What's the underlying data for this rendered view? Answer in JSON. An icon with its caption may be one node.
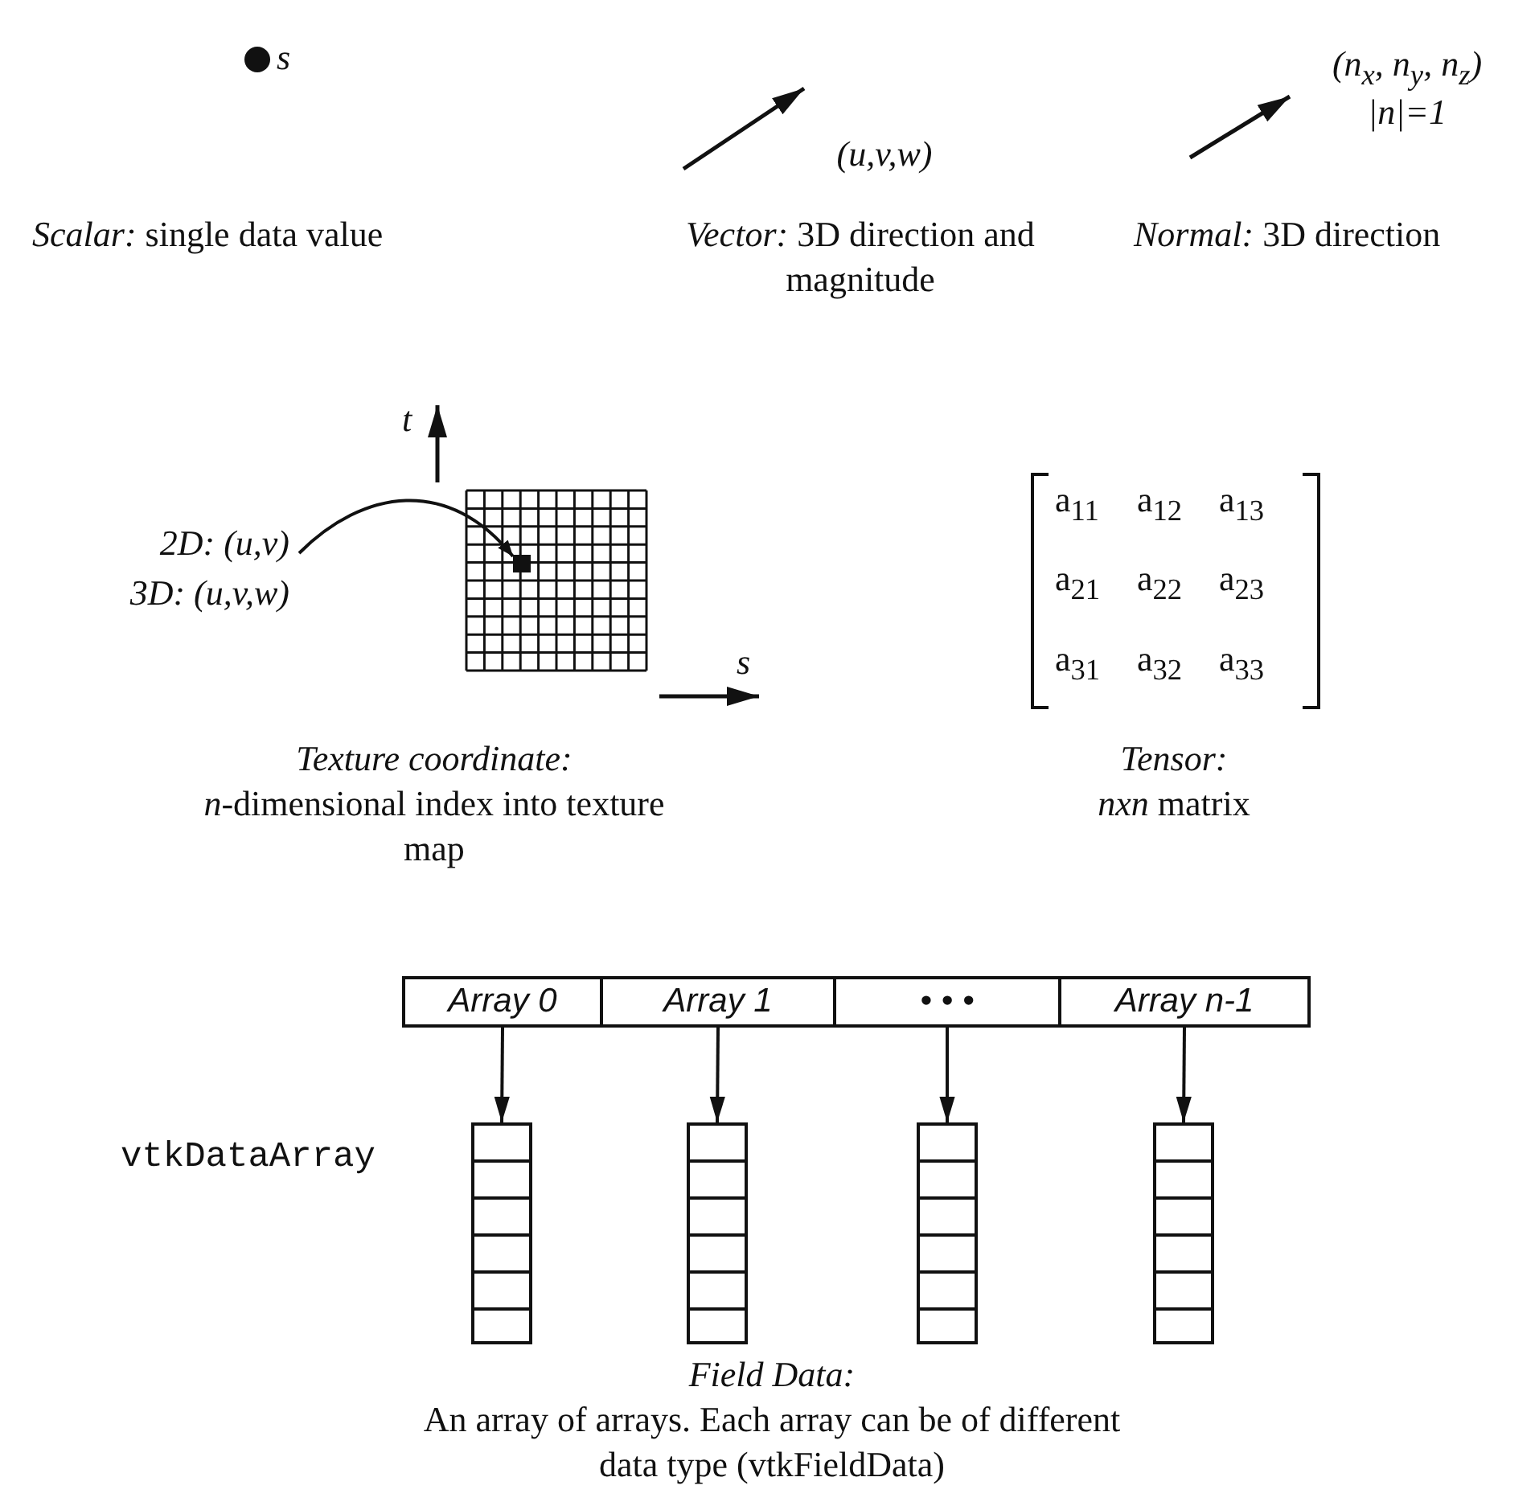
{
  "diagram": {
    "nodes": [
      {
        "text": [
          "2D: (u,v)",
          "3D: (u,v,w)"
        ]
      },
      {
        "text": [],
        "shape": "box"
      },
      {
        "text": [
          "Array 0"
        ]
      },
      {
        "text": [
          "Array 1"
        ]
      },
      {
        "text": [
          "• • •"
        ]
      },
      {
        "text": [
          "Array n-1"
        ]
      },
      {
        "text": [],
        "shape": "box"
      },
      {
        "text": [],
        "shape": "box"
      },
      {
        "text": [],
        "shape": "box"
      },
      {
        "text": [],
        "shape": "box"
      }
    ],
    "edges": [
      {
        "from": 0,
        "to": 1,
        "arrow": "to"
      },
      {
        "from": 2,
        "to": 6,
        "arrow": "to"
      },
      {
        "from": 3,
        "to": 7,
        "arrow": "to"
      },
      {
        "from": 4,
        "to": 8,
        "arrow": "to"
      },
      {
        "from": 5,
        "to": 9,
        "arrow": "to"
      }
    ],
    "labels": [
      "s",
      "(u,v,w)",
      "(n$_{x}$, n$_{y}$, n$_{z}$)",
      "|n|=1",
      "*Scalar:* single data value",
      "*Vector:* 3D direction and magnitude",
      "*Normal:* 3D direction",
      "t",
      "s",
      "a$_{11}$",
      "a$_{12}$",
      "a$_{13}$",
      "a$_{21}$",
      "a$_{22}$",
      "a$_{23}$",
      "a$_{31}$",
      "a$_{32}$",
      "a$_{33}$",
      "Texture coordinate:",
      "*n*-dimensional index into texture map",
      "Tensor:",
      "*nxn* matrix",
      "vtkDataArray",
      "Field Data:",
      "An array of arrays. Each array can be of different data type (vtkFieldData)"
    ]
  }
}
